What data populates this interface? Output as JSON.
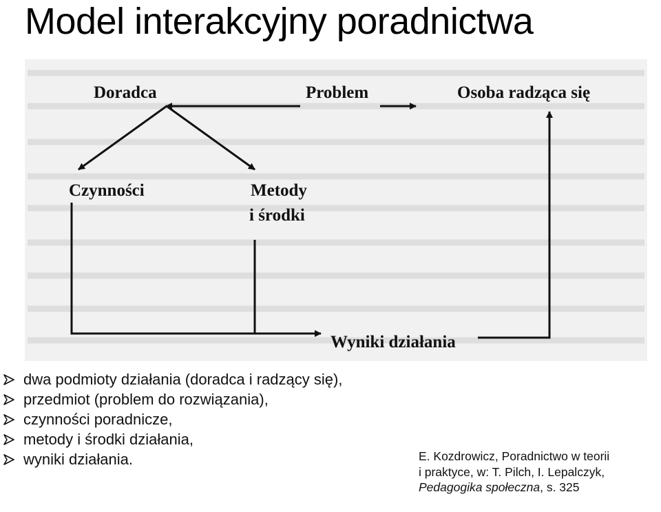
{
  "slide": {
    "title": "Model interakcyjny poradnictwa"
  },
  "diagram": {
    "nodes": {
      "doradca": "Doradca",
      "problem": "Problem",
      "osoba": "Osoba radząca się",
      "czynnosci": "Czynności",
      "metody_line1": "Metody",
      "metody_line2": "i środki",
      "wyniki": "Wyniki działania"
    }
  },
  "bullets": [
    "dwa podmioty działania (doradca i radzący się),",
    "przedmiot (problem do rozwiązania),",
    "czynności poradnicze,",
    "metody i środki działania,",
    "wyniki działania."
  ],
  "citation": {
    "line1": "E. Kozdrowicz, Poradnictwo w teorii",
    "line2": "i praktyce, w: T. Pilch, I. Lepalczyk,",
    "line3_italic": "Pedagogika społeczna",
    "line3_rest": ", s. 325"
  }
}
